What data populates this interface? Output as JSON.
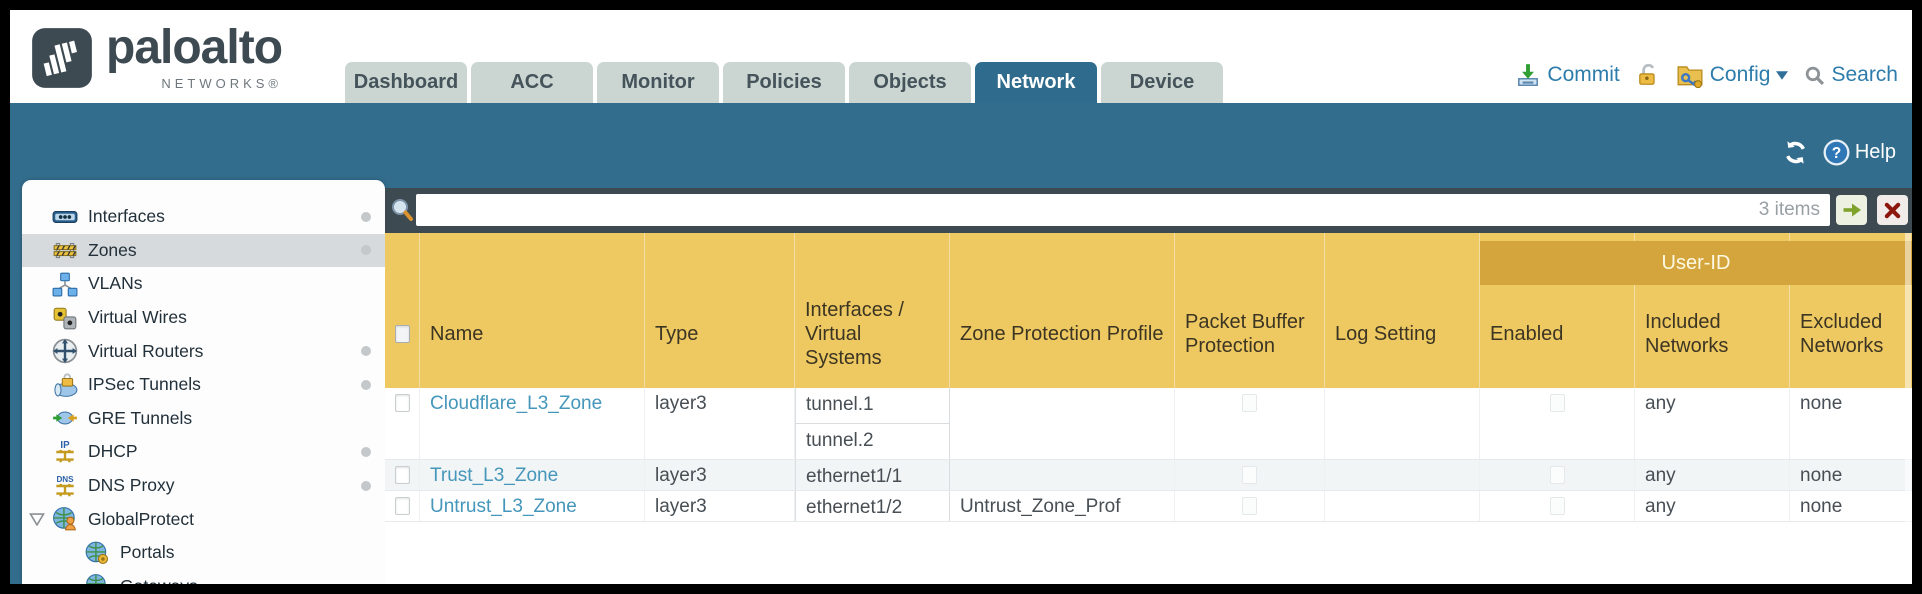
{
  "header": {
    "logo": {
      "brand": "paloalto",
      "sub": "NETWORKS®"
    },
    "tabs": [
      {
        "label": "Dashboard",
        "active": false
      },
      {
        "label": "ACC",
        "active": false
      },
      {
        "label": "Monitor",
        "active": false
      },
      {
        "label": "Policies",
        "active": false
      },
      {
        "label": "Objects",
        "active": false
      },
      {
        "label": "Network",
        "active": true
      },
      {
        "label": "Device",
        "active": false
      }
    ],
    "utilities": {
      "commit": "Commit",
      "config": "Config",
      "search": "Search"
    }
  },
  "toolbar": {
    "help_label": "Help"
  },
  "sidebar": {
    "items": [
      {
        "icon": "interfaces-icon",
        "label": "Interfaces",
        "dot": true
      },
      {
        "icon": "zones-icon",
        "label": "Zones",
        "dot": true,
        "selected": true
      },
      {
        "icon": "vlans-icon",
        "label": "VLANs"
      },
      {
        "icon": "virtual-wires-icon",
        "label": "Virtual Wires"
      },
      {
        "icon": "virtual-routers-icon",
        "label": "Virtual Routers",
        "dot": true
      },
      {
        "icon": "ipsec-tunnels-icon",
        "label": "IPSec Tunnels",
        "dot": true
      },
      {
        "icon": "gre-tunnels-icon",
        "label": "GRE Tunnels"
      },
      {
        "icon": "dhcp-icon",
        "label": "DHCP",
        "dot": true
      },
      {
        "icon": "dns-proxy-icon",
        "label": "DNS Proxy",
        "dot": true
      },
      {
        "icon": "globalprotect-icon",
        "label": "GlobalProtect",
        "expander": "open"
      },
      {
        "icon": "portals-icon",
        "label": "Portals",
        "indent": true
      },
      {
        "icon": "gateways-icon",
        "label": "Gateways",
        "indent": true
      }
    ]
  },
  "filter": {
    "value": "",
    "items_count": "3 items"
  },
  "table": {
    "group_header": "User-ID",
    "columns": [
      "",
      "Name",
      "Type",
      "Interfaces / Virtual Systems",
      "Zone Protection Profile",
      "Packet Buffer Protection",
      "Log Setting",
      "Enabled",
      "Included Networks",
      "Excluded Networks"
    ],
    "rows": [
      {
        "name": "Cloudflare_L3_Zone",
        "type": "layer3",
        "interfaces": [
          "tunnel.1",
          "tunnel.2"
        ],
        "zone_protection_profile": "",
        "packet_buffer_protection": false,
        "log_setting": "",
        "user_id_enabled": false,
        "included_networks": "any",
        "excluded_networks": "none"
      },
      {
        "name": "Trust_L3_Zone",
        "type": "layer3",
        "interfaces": [
          "ethernet1/1"
        ],
        "zone_protection_profile": "",
        "packet_buffer_protection": false,
        "log_setting": "",
        "user_id_enabled": false,
        "included_networks": "any",
        "excluded_networks": "none"
      },
      {
        "name": "Untrust_L3_Zone",
        "type": "layer3",
        "interfaces": [
          "ethernet1/2"
        ],
        "zone_protection_profile": "Untrust_Zone_Prof",
        "packet_buffer_protection": false,
        "log_setting": "",
        "user_id_enabled": false,
        "included_networks": "any",
        "excluded_networks": "none"
      }
    ]
  },
  "colors": {
    "active_tab": "#2e6b8c",
    "band_blue": "#336d8d",
    "header_gold": "#eec961",
    "group_gold": "#d5a53d",
    "link": "#4596bb",
    "filter_bar": "#3e4a52"
  }
}
